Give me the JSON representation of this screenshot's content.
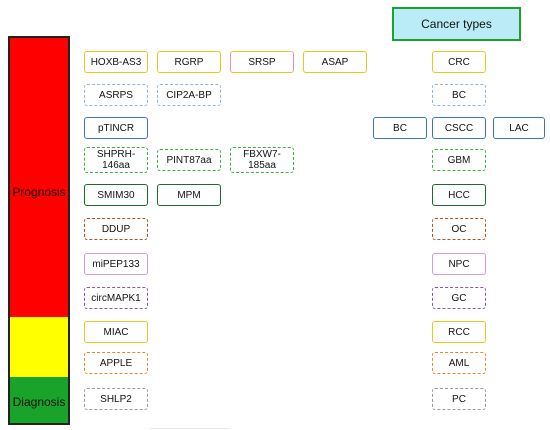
{
  "header": {
    "title": "Cancer types"
  },
  "bar": {
    "prognosis_label": "Prognosis",
    "diagnosis_label": "Diagnosis"
  },
  "colors": {
    "yellow": "#e6c81e",
    "pink": "#f28bb0",
    "blue": "#3a72d4",
    "green": "#3cb043",
    "darkgreen": "#1e6b2a",
    "rust": "#b0502a",
    "violet": "#d29be8",
    "purple": "#8e4fc0",
    "orange": "#e08a2e",
    "gray": "#9a9a9a",
    "lightblue": "#8fb4e3"
  },
  "peptides": [
    [
      "HOXB-AS3",
      "RGRP",
      "SRSP",
      "ASAP"
    ],
    [
      "ASRPS",
      "CIP2A-BP"
    ],
    [
      "pTINCR"
    ],
    [
      "SHPRH-146aa",
      "PINT87aa",
      "FBXW7-185aa"
    ],
    [
      "SMIM30",
      "MPM"
    ],
    [
      "DDUP"
    ],
    [
      "miPEP133"
    ],
    [
      "circMAPK1"
    ],
    [
      "MIAC"
    ],
    [
      "APPLE"
    ],
    [
      "SHLP2"
    ]
  ],
  "cancers": [
    "CRC",
    "BC",
    "CSCC",
    "GBM",
    "HCC",
    "OC",
    "NPC",
    "GC",
    "RCC",
    "AML",
    "PC"
  ],
  "cancers_extra": [
    "BC",
    "LAC"
  ]
}
